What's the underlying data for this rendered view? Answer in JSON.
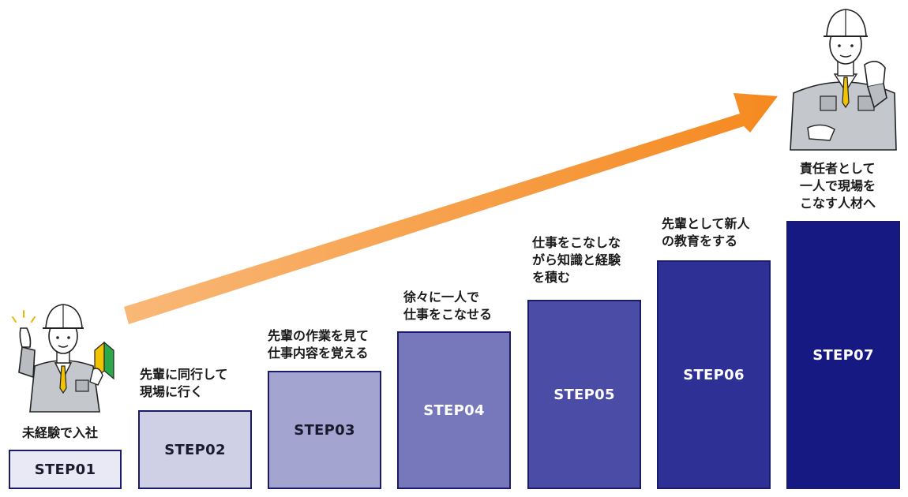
{
  "steps": [
    {
      "label": "STEP01",
      "desc": "未経験で入社",
      "fill": "#e9e9f5",
      "text": "#1a1a2e"
    },
    {
      "label": "STEP02",
      "desc": "先輩に同行して\n現場に行く",
      "fill": "#cfd0e6",
      "text": "#1a1a2e"
    },
    {
      "label": "STEP03",
      "desc": "先輩の作業を見て\n仕事内容を覚える",
      "fill": "#a3a5d0",
      "text": "#1a1a2e"
    },
    {
      "label": "STEP04",
      "desc": "徐々に一人で\n仕事をこなせる",
      "fill": "#7678bb",
      "text": "#ffffff"
    },
    {
      "label": "STEP05",
      "desc": "仕事をこなしな\nがら知識と経験\nを積む",
      "fill": "#4a4ca6",
      "text": "#ffffff"
    },
    {
      "label": "STEP06",
      "desc": "先輩として新人\nの教育をする",
      "fill": "#2e3095",
      "text": "#ffffff"
    },
    {
      "label": "STEP07",
      "desc": "責任者として\n一人で現場を\nこなす人材へ",
      "fill": "#171983",
      "text": "#ffffff"
    }
  ],
  "arrow_color": "#f59a3a",
  "illustrations": {
    "start": "beginner-worker-icon",
    "end": "experienced-worker-icon"
  }
}
